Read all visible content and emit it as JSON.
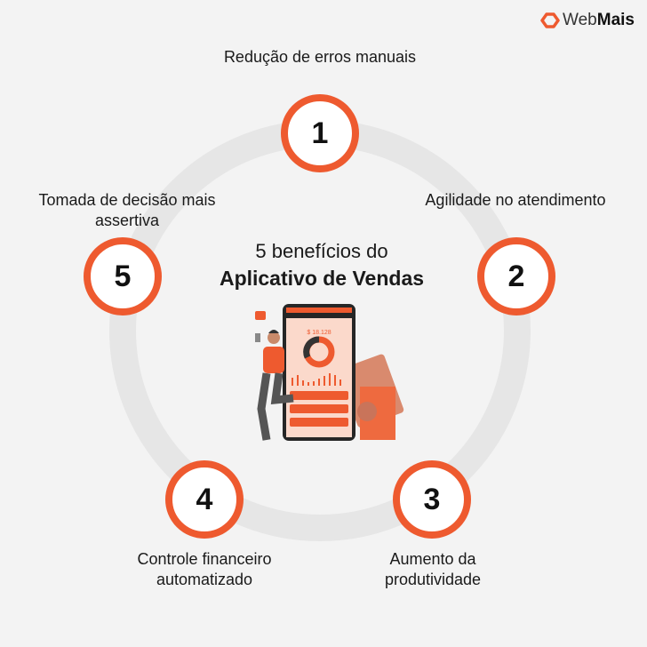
{
  "brand": {
    "name_light": "Web",
    "name_bold": "Mais",
    "accent": "#ee5a2f"
  },
  "title": {
    "line1": "5 benefícios do",
    "line2": "Aplicativo de Vendas"
  },
  "benefits": [
    {
      "number": "1",
      "label": "Redução de erros manuais"
    },
    {
      "number": "2",
      "label": "Agilidade no atendimento"
    },
    {
      "number": "3",
      "label": "Aumento da produtividade"
    },
    {
      "number": "4",
      "label": "Controle financeiro automatizado"
    },
    {
      "number": "5",
      "label": "Tomada de decisão mais assertiva"
    }
  ],
  "illustration": {
    "balance": "$ 18.128"
  }
}
